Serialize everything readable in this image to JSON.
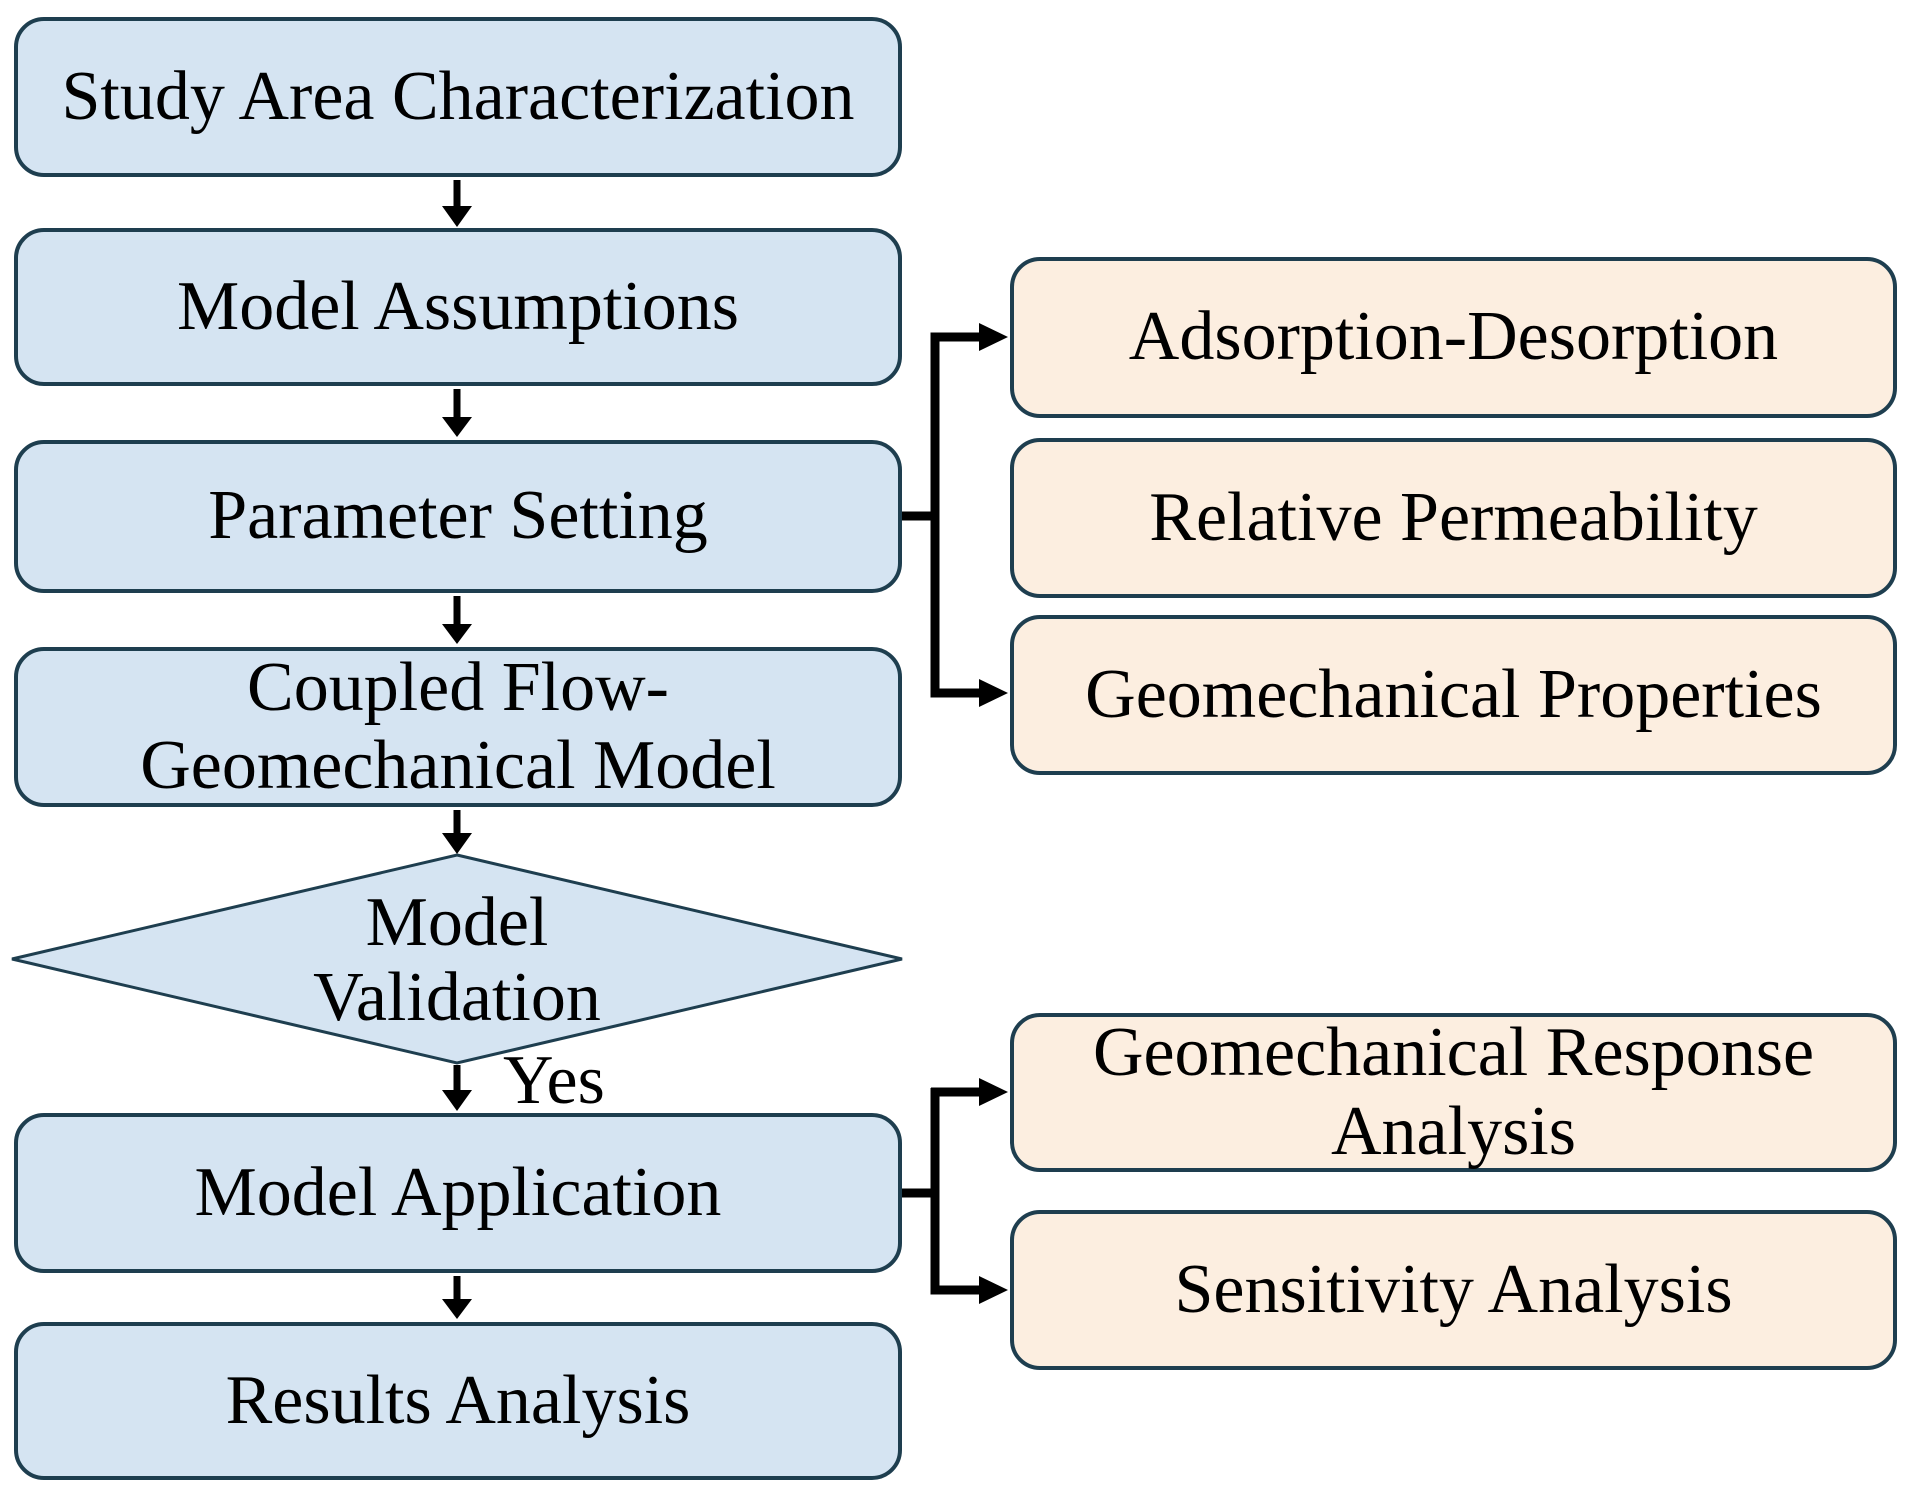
{
  "colors": {
    "process_fill": "#d5e4f2",
    "process_border": "#1e3e4f",
    "side_fill": "#fceee0",
    "side_border": "#1e3e4f",
    "connector": "#000000",
    "text": "#000000"
  },
  "nodes": {
    "left": [
      {
        "name": "study-area-characterization",
        "shape": "process",
        "lines": [
          "Study Area Characterization"
        ]
      },
      {
        "name": "model-assumptions",
        "shape": "process",
        "lines": [
          "Model Assumptions"
        ]
      },
      {
        "name": "parameter-setting",
        "shape": "process",
        "lines": [
          "Parameter Setting"
        ]
      },
      {
        "name": "coupled-flow-geomechanical-model",
        "shape": "process",
        "lines": [
          "Coupled Flow-",
          "Geomechanical Model"
        ]
      },
      {
        "name": "model-validation",
        "shape": "decision",
        "lines": [
          "Model",
          "Validation"
        ]
      },
      {
        "name": "model-application",
        "shape": "process",
        "lines": [
          "Model Application"
        ]
      },
      {
        "name": "results-analysis",
        "shape": "process",
        "lines": [
          "Results Analysis"
        ]
      }
    ],
    "right": [
      {
        "name": "adsorption-desorption",
        "shape": "side",
        "lines": [
          "Adsorption-Desorption"
        ]
      },
      {
        "name": "relative-permeability",
        "shape": "side",
        "lines": [
          "Relative Permeability"
        ]
      },
      {
        "name": "geomechanical-properties",
        "shape": "side",
        "lines": [
          "Geomechanical Properties"
        ]
      },
      {
        "name": "geomechanical-response-analysis",
        "shape": "side",
        "lines": [
          "Geomechanical Response",
          "Analysis"
        ]
      },
      {
        "name": "sensitivity-analysis",
        "shape": "side",
        "lines": [
          "Sensitivity Analysis"
        ]
      }
    ]
  },
  "edges": {
    "yes_label": "Yes",
    "sequence": [
      "Study Area Characterization",
      "Model Assumptions",
      "Parameter Setting",
      "Coupled Flow-Geomechanical Model",
      "Model Validation",
      "Model Application",
      "Results Analysis"
    ],
    "branches": [
      {
        "from": "Parameter Setting",
        "to": [
          "Adsorption-Desorption",
          "Relative Permeability",
          "Geomechanical Properties"
        ]
      },
      {
        "from": "Model Application",
        "to": [
          "Geomechanical Response Analysis",
          "Sensitivity Analysis"
        ]
      }
    ]
  }
}
